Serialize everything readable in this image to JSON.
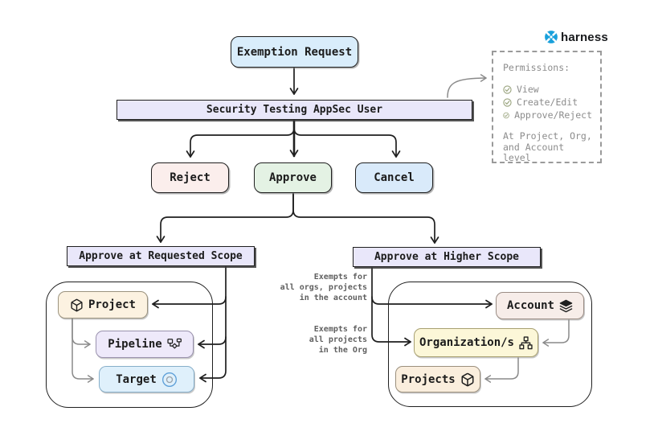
{
  "colors": {
    "root_blue": "#d9edfb",
    "bar_lavender": "#e9e7fa",
    "reject_pink": "#fbeeec",
    "approve_green": "#e4f2e4",
    "cancel_blue": "#d9eafa",
    "project_cream": "#fcf2e1",
    "pipeline_lavender": "#eee9fa",
    "target_blue": "#dff0fb",
    "account_rose": "#f7ede9",
    "organization_yellow": "#fcf7d8",
    "projects_peach": "#faeedd",
    "line_dark": "#1f1f1f",
    "line_gray": "#8a8a8a",
    "check_olive": "#99a37d",
    "brand_blue": "#18a0db"
  },
  "logo": {
    "brand": "harness"
  },
  "flow": {
    "root": "Exemption Request",
    "user_bar": "Security Testing AppSec User",
    "decisions": [
      {
        "id": "reject",
        "label": "Reject"
      },
      {
        "id": "approve",
        "label": "Approve"
      },
      {
        "id": "cancel",
        "label": "Cancel"
      }
    ],
    "scopes": [
      {
        "id": "requested",
        "label": "Approve at Requested Scope"
      },
      {
        "id": "higher",
        "label": "Approve at Higher Scope"
      }
    ],
    "requested_scope_nodes": [
      {
        "label": "Project",
        "icon": "package-icon"
      },
      {
        "label": "Pipeline",
        "icon": "pipeline-icon"
      },
      {
        "label": "Target",
        "icon": "target-icon"
      }
    ],
    "higher_scope_nodes": [
      {
        "label": "Account",
        "icon": "layers-icon"
      },
      {
        "label": "Organization/s",
        "icon": "sitemap-icon"
      },
      {
        "label": "Projects",
        "icon": "package-icon"
      }
    ]
  },
  "permissions_panel": {
    "title": "Permissions:",
    "items": [
      "View",
      "Create/Edit",
      "Approve/Reject"
    ],
    "footer": "At Project, Org,\nand Account level"
  },
  "annotations": {
    "account_note": "Exempts for\nall orgs, projects\nin the account",
    "org_note": "Exempts for\nall projects\nin the Org"
  }
}
